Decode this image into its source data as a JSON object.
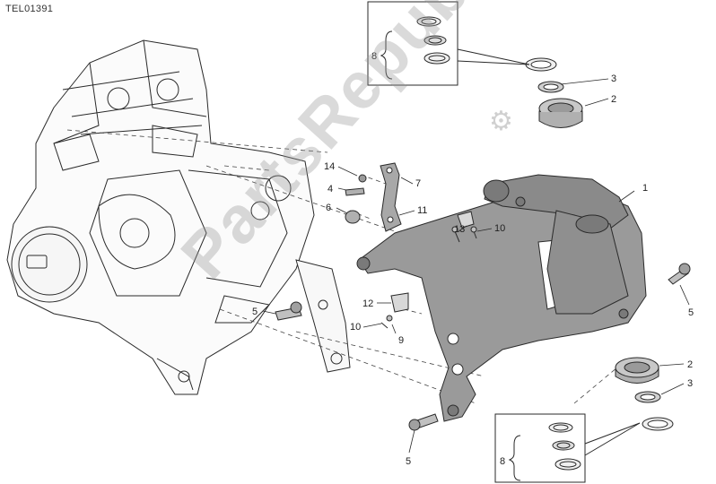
{
  "diagram_code": "TEL01391",
  "watermark": "PartsRepublik",
  "watermark_icon": "gear-icon",
  "callouts": {
    "c1": "1",
    "c2_top": "2",
    "c3_top": "3",
    "c8_top": "8",
    "c14": "14",
    "c4": "4",
    "c6": "6",
    "c7": "7",
    "c11": "11",
    "c13": "13",
    "c10_right": "10",
    "c5_right": "5",
    "c2_bottom": "2",
    "c3_bottom": "3",
    "c12": "12",
    "c10_left": "10",
    "c9": "9",
    "c5_left": "5",
    "c5_bottom": "5",
    "c8_bottom": "8"
  },
  "colors": {
    "line": "#2a2a2a",
    "frame_fill": "#9a9a9a",
    "frame_dark": "#7a7a7a",
    "part_fill": "#a8a8a8"
  }
}
